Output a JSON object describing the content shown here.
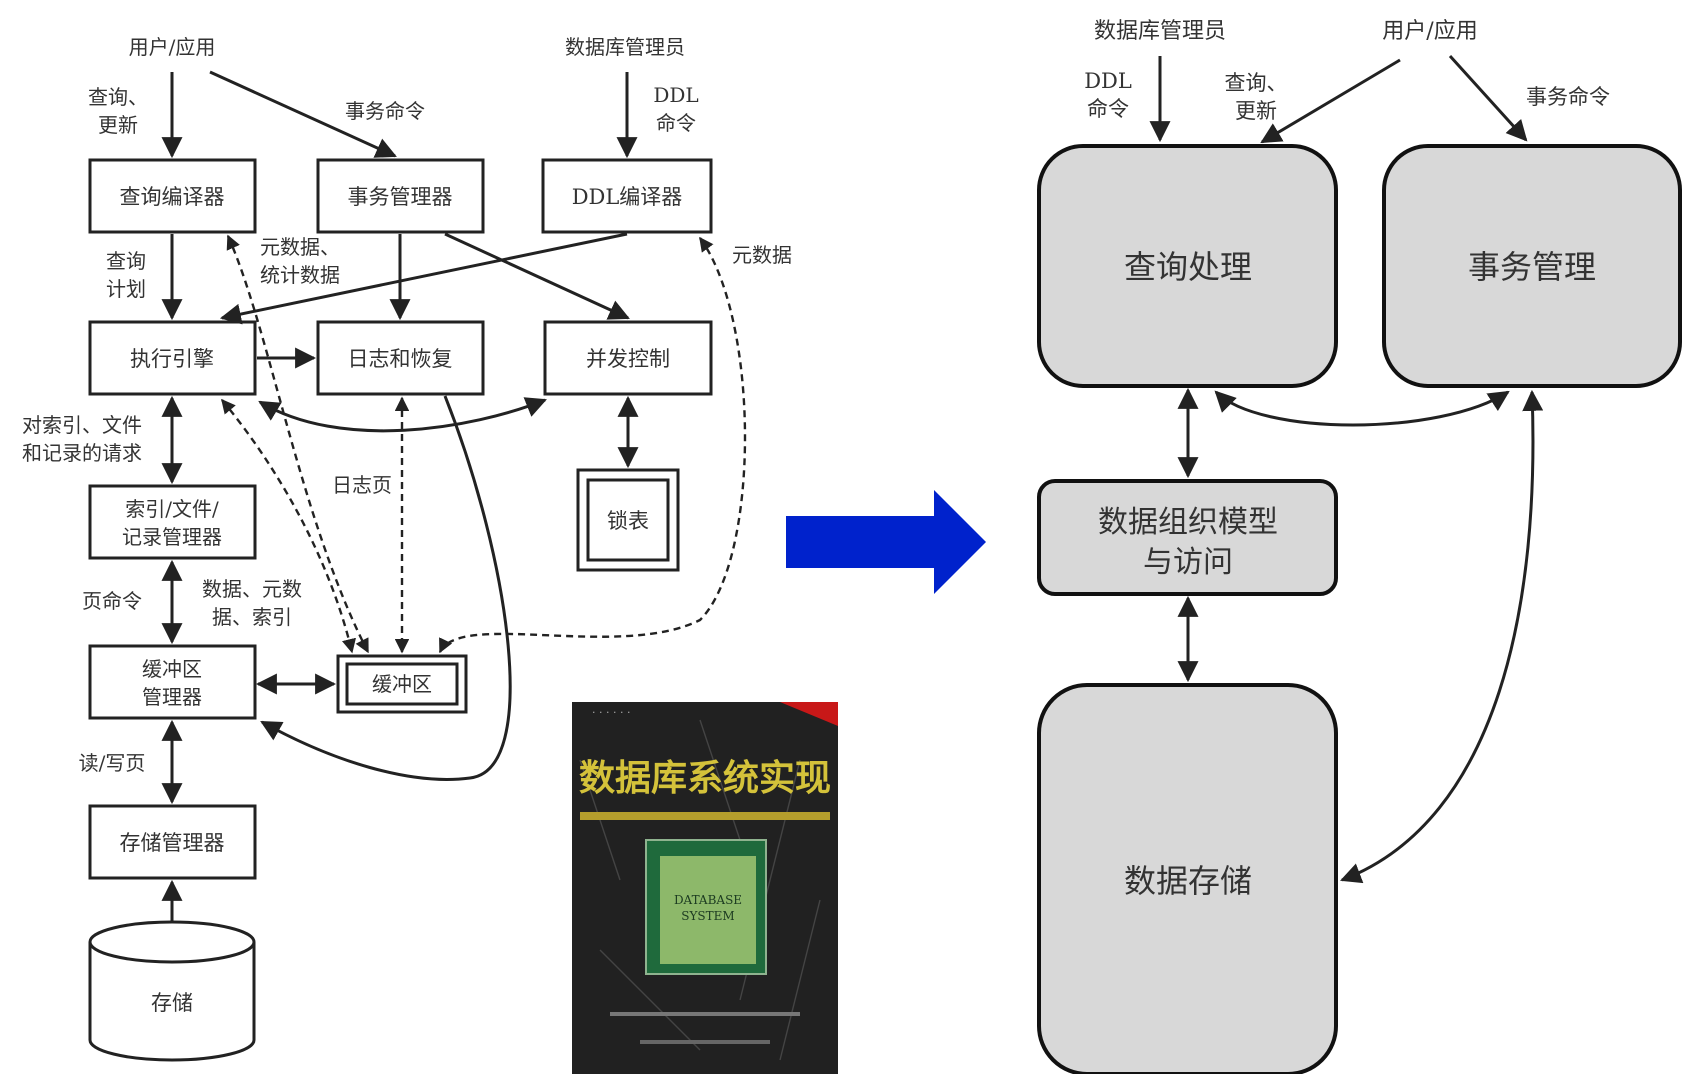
{
  "left": {
    "top_user": "用户/应用",
    "top_dba": "数据库管理员",
    "query_update": [
      "查询、",
      "更新"
    ],
    "txn_cmd": "事务命令",
    "ddl_cmd": [
      "DDL",
      "命令"
    ],
    "query_compiler": "查询编译器",
    "txn_manager": "事务管理器",
    "ddl_compiler": "DDL编译器",
    "query_plan": [
      "查询",
      "计划"
    ],
    "metadata_stats": [
      "元数据、",
      "统计数据"
    ],
    "metadata": "元数据",
    "exec_engine": "执行引擎",
    "log_recovery": "日志和恢复",
    "concurrency": "并发控制",
    "lock_table": "锁表",
    "req_label": [
      "对索引、文件",
      "和记录的请求"
    ],
    "index_mgr": [
      "索引/文件/",
      "记录管理器"
    ],
    "log_page": "日志页",
    "page_cmd": "页命令",
    "data_meta_index": [
      "数据、元数",
      "据、索引"
    ],
    "buffer_mgr": [
      "缓冲区",
      "管理器"
    ],
    "buffer": "缓冲区",
    "rw_page": "读/写页",
    "storage_mgr": "存储管理器",
    "storage": "存储"
  },
  "book": {
    "title": "数据库系统实现",
    "inner_title": [
      "DATABASE",
      "SYSTEM"
    ]
  },
  "right": {
    "dba": "数据库管理员",
    "user": "用户/应用",
    "ddl_cmd": [
      "DDL",
      "命令"
    ],
    "query_update": [
      "查询、",
      "更新"
    ],
    "txn_cmd": "事务命令",
    "query_proc": "查询处理",
    "txn_mgmt": "事务管理",
    "data_org": [
      "数据组织模型",
      "与访问"
    ],
    "data_store": "数据存储"
  },
  "colors": {
    "arrow": "#0022cc",
    "box_fill": "#d8d8d8"
  }
}
